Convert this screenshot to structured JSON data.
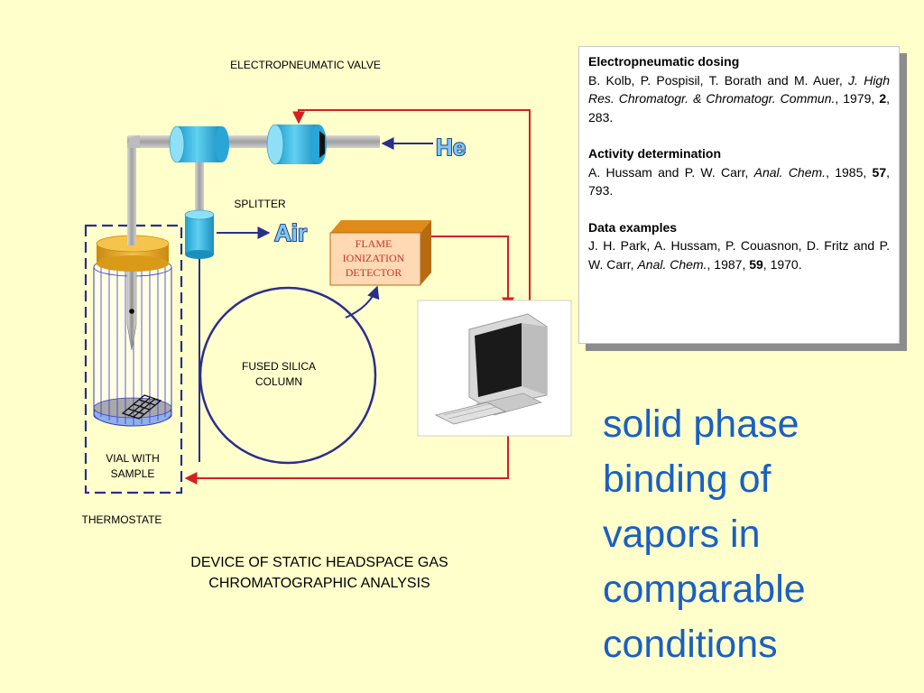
{
  "labels": {
    "valve": "ELECTROPNEUMATIC VALVE",
    "splitter": "SPLITTER",
    "fid": [
      "FLAME",
      "IONIZATION",
      "DETECTOR"
    ],
    "column": [
      "FUSED SILICA",
      "COLUMN"
    ],
    "vial": [
      "VIAL WITH",
      "SAMPLE"
    ],
    "thermostate": "THERMOSTATE",
    "he": "He",
    "air": "Air"
  },
  "caption": [
    "DEVICE OF STATIC HEADSPACE GAS",
    "CHROMATOGRAPHIC ANALYSIS"
  ],
  "references": [
    {
      "title": "Electropneumatic dosing",
      "authors": "B. Kolb, P. Pospisil, T. Borath and M. Auer,",
      "journal": "J. High Res. Chromatogr. & Chromatogr. Commun.",
      "year": "1979",
      "volume": "2",
      "pages": "283"
    },
    {
      "title": "Activity determination",
      "authors": "A. Hussam and P. W. Carr,",
      "journal": "Anal. Chem.",
      "year": "1985",
      "volume": "57",
      "pages": "793"
    },
    {
      "title": "Data examples",
      "authors": "J. H. Park, A. Hussam, P. Couasnon, D. Fritz and P. W. Carr,",
      "journal": "Anal. Chem.",
      "year": "1987",
      "volume": "59",
      "pages": "1970"
    }
  ],
  "subtitle": [
    "solid phase",
    "binding of",
    "vapors in",
    "comparable",
    "conditions"
  ],
  "colors": {
    "background": "#ffffcc",
    "arrow_red": "#d42020",
    "arrow_blue": "#2b2e8c",
    "valve_blue": "#29b2e0",
    "subtitle_blue": "#1a5fc4",
    "detector_fill": "#ffd9b3",
    "cap_orange": "#e0a020"
  }
}
